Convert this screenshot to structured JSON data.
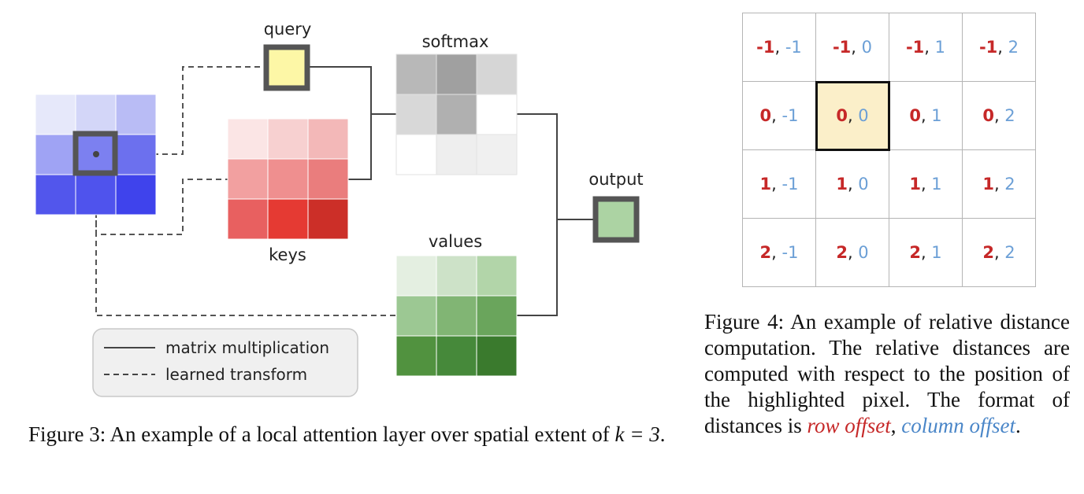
{
  "figure3": {
    "labels": {
      "query": "query",
      "keys": "keys",
      "softmax": "softmax",
      "values": "values",
      "output": "output"
    },
    "legend": {
      "solid": "matrix multiplication",
      "dashed": "learned transform"
    },
    "colors": {
      "input": [
        "#e6e8fa",
        "#d3d6f8",
        "#b9bcf5",
        "#9fa3f4",
        "#7c80f0",
        "#6c70ee",
        "#5256ec",
        "#4f53ed",
        "#3f43ec"
      ],
      "keys": [
        "#fbe5e5",
        "#f7d0d0",
        "#f3b8b8",
        "#f2a0a0",
        "#ef8f8f",
        "#ea7d7d",
        "#e86060",
        "#e53a33",
        "#cc2f28"
      ],
      "softmax": [
        "#b8b8b8",
        "#a0a0a0",
        "#d6d6d6",
        "#d8d8d8",
        "#b0b0b0",
        "#ffffff",
        "#ffffff",
        "#eeeeee",
        "#f0f0f0"
      ],
      "values": [
        "#e4efe1",
        "#cde2c8",
        "#b2d5a9",
        "#9cc893",
        "#81b574",
        "#6aa55c",
        "#51923f",
        "#46893a",
        "#3a7a2d"
      ],
      "query": "#fdf7a6",
      "output": "#acd3a3",
      "line": "#444444",
      "box_border": "#555555"
    }
  },
  "caption3": {
    "label": "Figure 3:",
    "text": "An example of a local attention layer over spatial extent of",
    "math": "k = 3",
    "end": "."
  },
  "figure4": {
    "grid": [
      [
        [
          "-1",
          "-1"
        ],
        [
          "-1",
          "0"
        ],
        [
          "-1",
          "1"
        ],
        [
          "-1",
          "2"
        ]
      ],
      [
        [
          "0",
          "-1"
        ],
        [
          "0",
          "0"
        ],
        [
          "0",
          "1"
        ],
        [
          "0",
          "2"
        ]
      ],
      [
        [
          "1",
          "-1"
        ],
        [
          "1",
          "0"
        ],
        [
          "1",
          "1"
        ],
        [
          "1",
          "2"
        ]
      ],
      [
        [
          "2",
          "-1"
        ],
        [
          "2",
          "0"
        ],
        [
          "2",
          "1"
        ],
        [
          "2",
          "2"
        ]
      ]
    ],
    "highlight": [
      1,
      1
    ],
    "row_color": "#c62828",
    "col_color": "#6b9fd6",
    "highlight_color": "#fbefc9"
  },
  "caption4": {
    "label": "Figure 4:",
    "text": "An example of relative distance computation. The relative distances are computed with respect to the position of the highlighted pixel. The format of distances is",
    "row_term": "row offset",
    "comma": ",",
    "col_term": "column offset",
    "end": "."
  }
}
